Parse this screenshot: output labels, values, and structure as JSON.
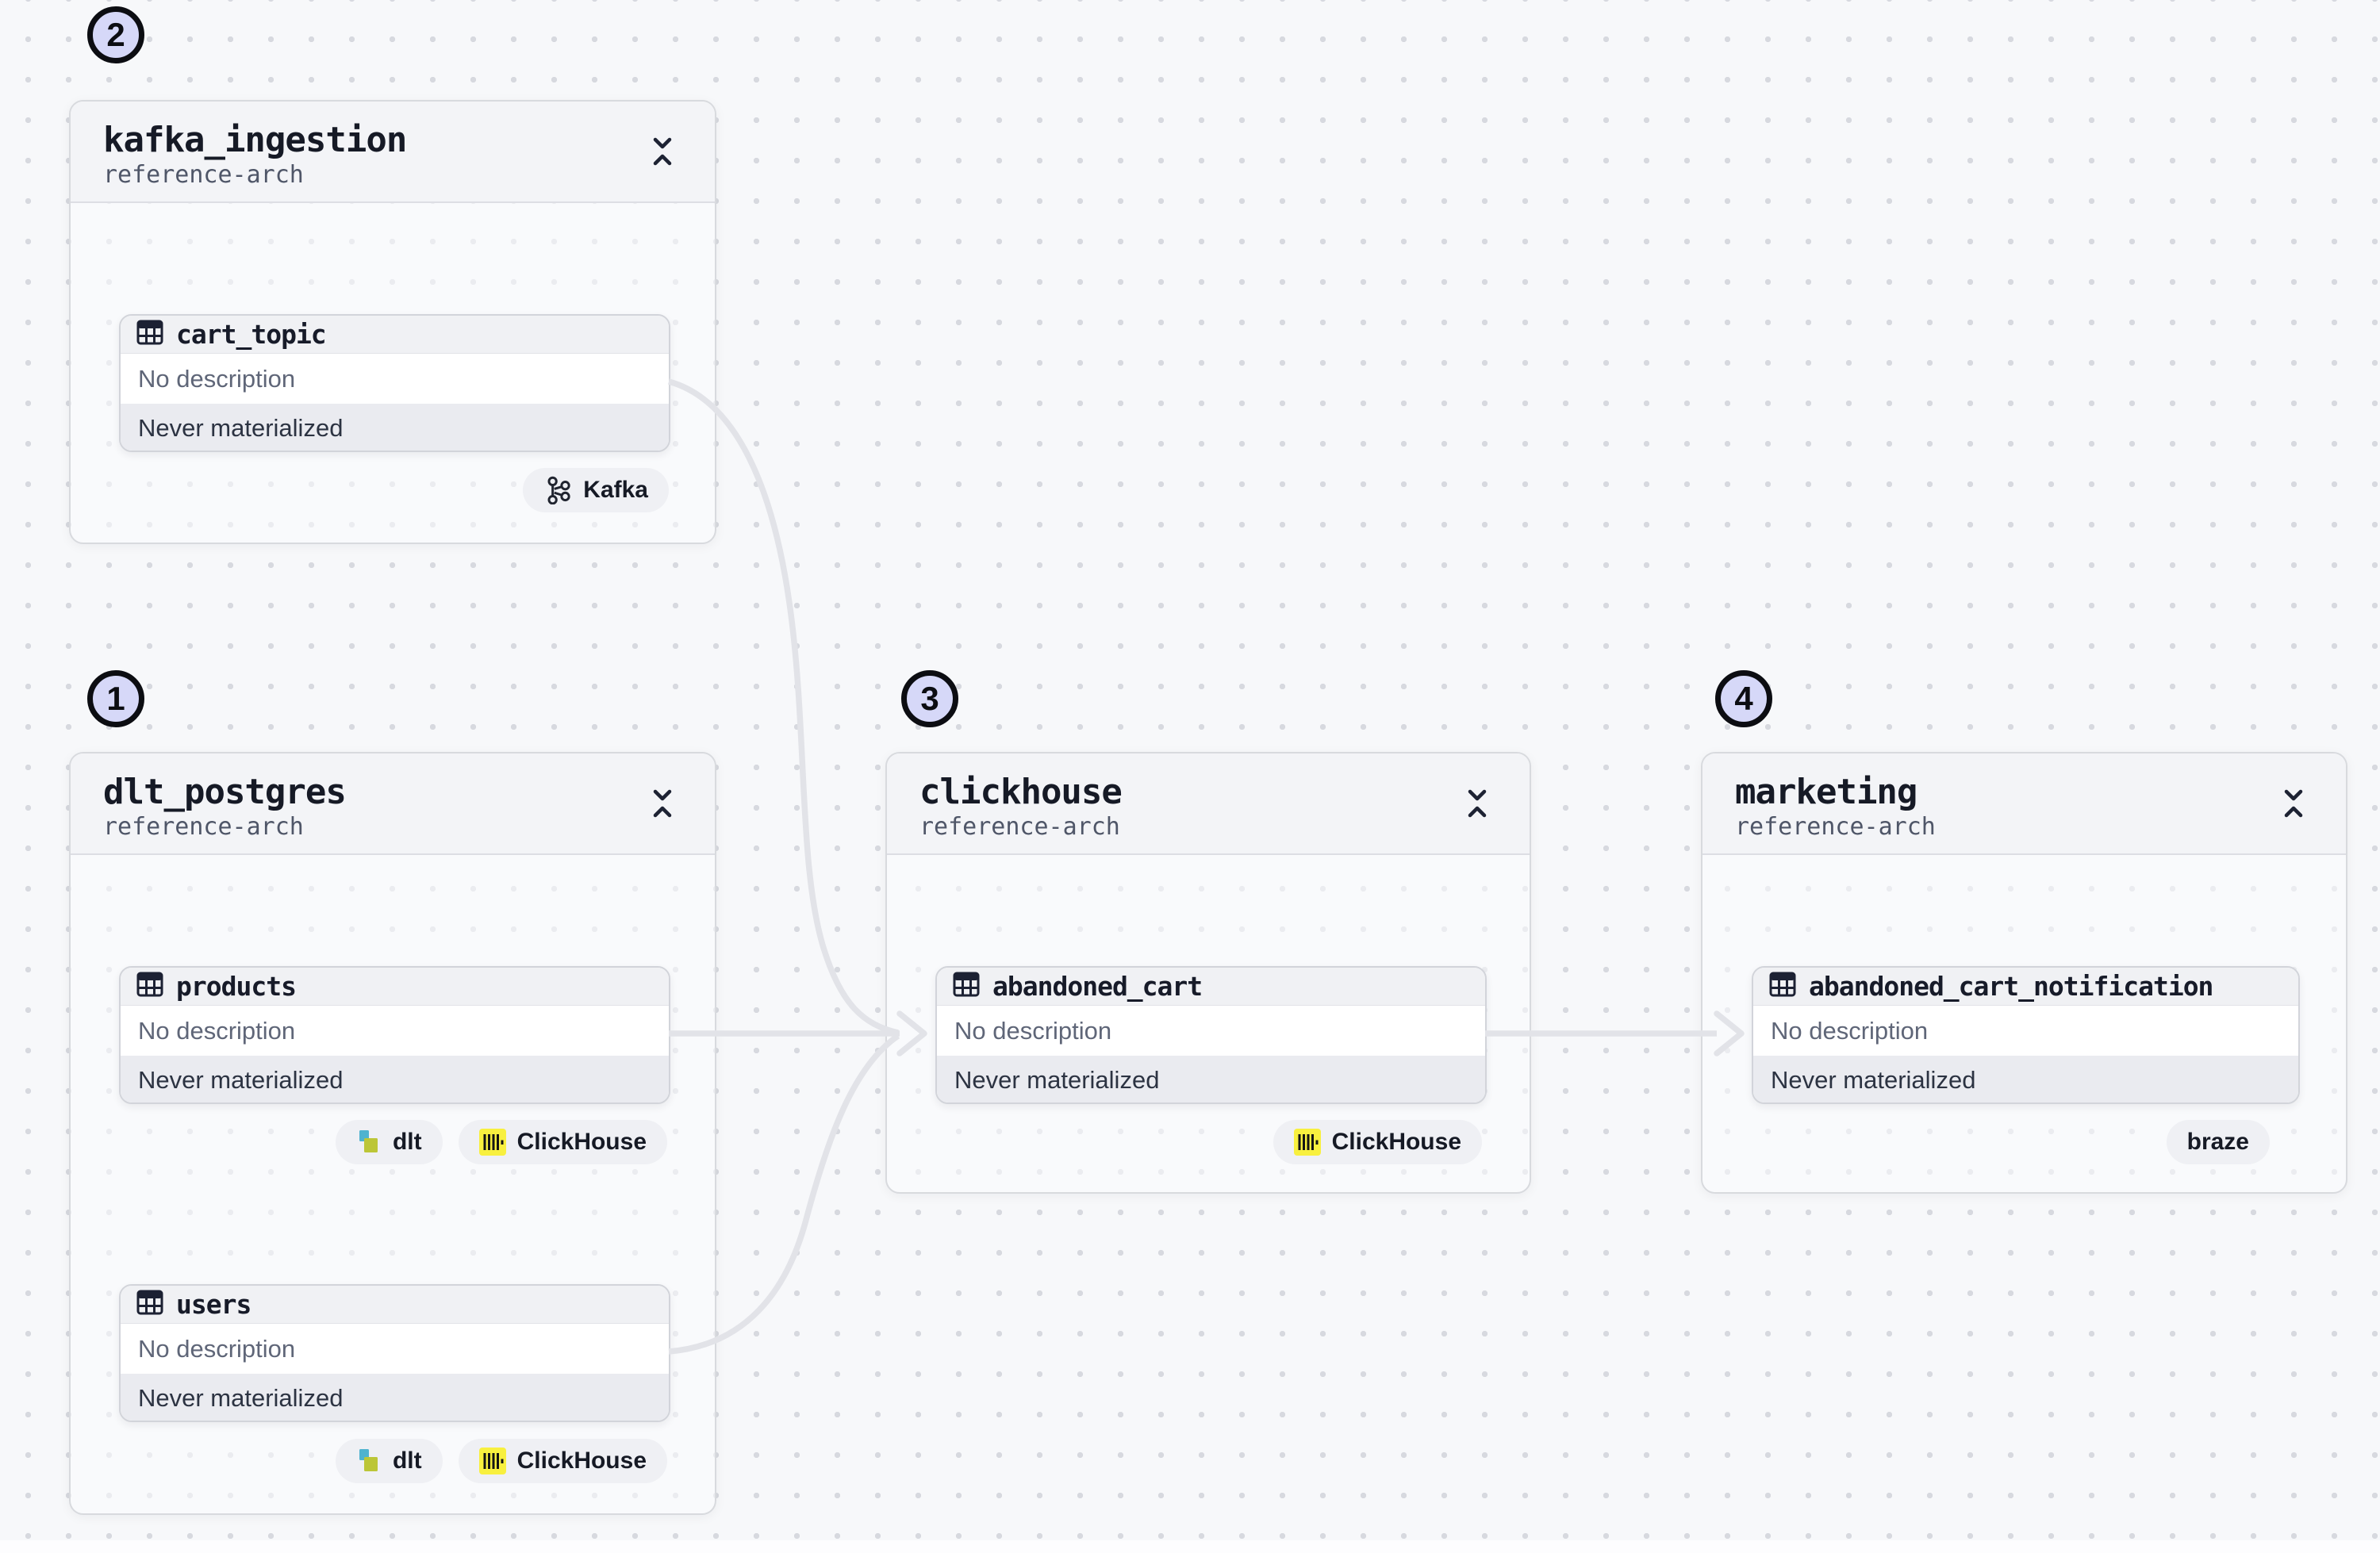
{
  "canvas": {
    "type": "asset-lineage-graph",
    "background_dot_color": "#d7d9df",
    "edge_color": "#e2e3e8"
  },
  "colors": {
    "annotation_fill": "#d6d8f8",
    "annotation_border": "#0c0d12",
    "clickhouse_yellow": "#f8f03f",
    "dlt_teal": "#4fb3cf",
    "dlt_green": "#bcc637"
  },
  "groups": [
    {
      "step_label": "2",
      "title": "kafka_ingestion",
      "subtitle": "reference-arch",
      "collapse_icon": "collapse-vertical-icon",
      "assets": [
        {
          "name": "cart_topic",
          "icon": "table-icon",
          "description": "No description",
          "status": "Never materialized",
          "tags": [
            {
              "label": "Kafka",
              "icon": "kafka-icon"
            }
          ]
        }
      ]
    },
    {
      "step_label": "1",
      "title": "dlt_postgres",
      "subtitle": "reference-arch",
      "collapse_icon": "collapse-vertical-icon",
      "assets": [
        {
          "name": "products",
          "icon": "table-icon",
          "description": "No description",
          "status": "Never materialized",
          "tags": [
            {
              "label": "dlt",
              "icon": "dlt-icon"
            },
            {
              "label": "ClickHouse",
              "icon": "clickhouse-icon"
            }
          ]
        },
        {
          "name": "users",
          "icon": "table-icon",
          "description": "No description",
          "status": "Never materialized",
          "tags": [
            {
              "label": "dlt",
              "icon": "dlt-icon"
            },
            {
              "label": "ClickHouse",
              "icon": "clickhouse-icon"
            }
          ]
        }
      ]
    },
    {
      "step_label": "3",
      "title": "clickhouse",
      "subtitle": "reference-arch",
      "collapse_icon": "collapse-vertical-icon",
      "assets": [
        {
          "name": "abandoned_cart",
          "icon": "table-icon",
          "description": "No description",
          "status": "Never materialized",
          "tags": [
            {
              "label": "ClickHouse",
              "icon": "clickhouse-icon"
            }
          ]
        }
      ]
    },
    {
      "step_label": "4",
      "title": "marketing",
      "subtitle": "reference-arch",
      "collapse_icon": "collapse-vertical-icon",
      "assets": [
        {
          "name": "abandoned_cart_notification",
          "icon": "table-icon",
          "description": "No description",
          "status": "Never materialized",
          "tags": [
            {
              "label": "braze",
              "icon": null
            }
          ]
        }
      ]
    }
  ],
  "edges": [
    {
      "from": "cart_topic",
      "to": "abandoned_cart"
    },
    {
      "from": "products",
      "to": "abandoned_cart"
    },
    {
      "from": "users",
      "to": "abandoned_cart"
    },
    {
      "from": "abandoned_cart",
      "to": "abandoned_cart_notification"
    }
  ]
}
